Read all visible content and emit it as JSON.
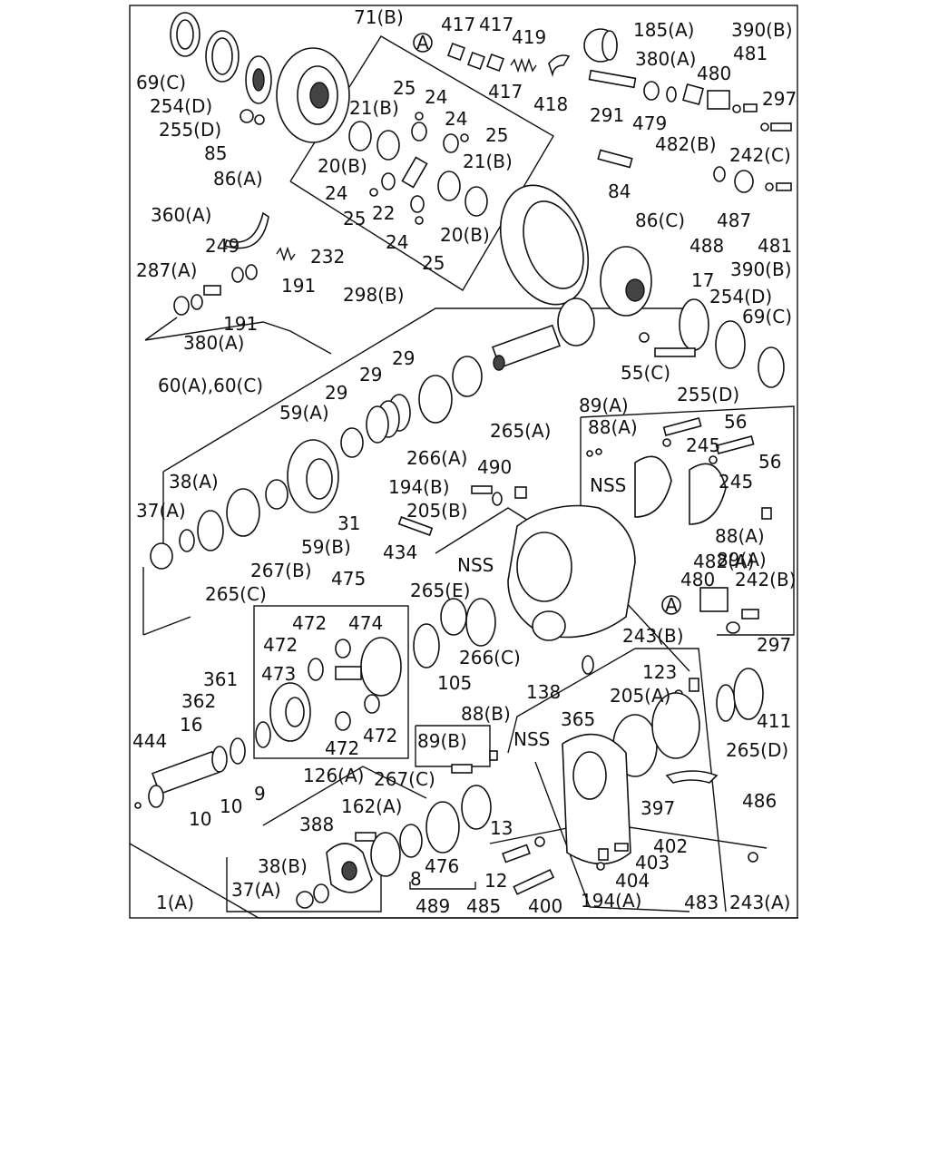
{
  "callouts": [
    {
      "id": "c1",
      "text": "69(C)"
    },
    {
      "id": "c2",
      "text": "254(D)"
    },
    {
      "id": "c3",
      "text": "255(D)"
    },
    {
      "id": "c4",
      "text": "85"
    },
    {
      "id": "c5",
      "text": "86(A)"
    },
    {
      "id": "c6",
      "text": "71(B)"
    },
    {
      "id": "c7",
      "text": "417"
    },
    {
      "id": "c8",
      "text": "417"
    },
    {
      "id": "c9",
      "text": "417"
    },
    {
      "id": "c10",
      "text": "419"
    },
    {
      "id": "c11",
      "text": "418"
    },
    {
      "id": "c12",
      "text": "185(A)"
    },
    {
      "id": "c13",
      "text": "390(B)"
    },
    {
      "id": "c14",
      "text": "380(A)"
    },
    {
      "id": "c15",
      "text": "480"
    },
    {
      "id": "c16",
      "text": "481"
    },
    {
      "id": "c17",
      "text": "297"
    },
    {
      "id": "c18",
      "text": "291"
    },
    {
      "id": "c19",
      "text": "479"
    },
    {
      "id": "c20",
      "text": "482(B)"
    },
    {
      "id": "c21",
      "text": "242(C)"
    },
    {
      "id": "c22",
      "text": "25"
    },
    {
      "id": "c23",
      "text": "24"
    },
    {
      "id": "c24",
      "text": "21(B)"
    },
    {
      "id": "c25",
      "text": "24"
    },
    {
      "id": "c26",
      "text": "25"
    },
    {
      "id": "c27",
      "text": "20(B)"
    },
    {
      "id": "c28",
      "text": "21(B)"
    },
    {
      "id": "c29",
      "text": "24"
    },
    {
      "id": "c30",
      "text": "25"
    },
    {
      "id": "c31",
      "text": "22"
    },
    {
      "id": "c32",
      "text": "24"
    },
    {
      "id": "c33",
      "text": "20(B)"
    },
    {
      "id": "c34",
      "text": "25"
    },
    {
      "id": "c35",
      "text": "84"
    },
    {
      "id": "c36",
      "text": "487"
    },
    {
      "id": "c37",
      "text": "86(C)"
    },
    {
      "id": "c38",
      "text": "488"
    },
    {
      "id": "c39",
      "text": "481"
    },
    {
      "id": "c40",
      "text": "390(B)"
    },
    {
      "id": "c41",
      "text": "360(A)"
    },
    {
      "id": "c42",
      "text": "249"
    },
    {
      "id": "c43",
      "text": "232"
    },
    {
      "id": "c44",
      "text": "287(A)"
    },
    {
      "id": "c45",
      "text": "191"
    },
    {
      "id": "c46",
      "text": "191"
    },
    {
      "id": "c47",
      "text": "298(B)"
    },
    {
      "id": "c48",
      "text": "380(A)"
    },
    {
      "id": "c49",
      "text": "17"
    },
    {
      "id": "c50",
      "text": "254(D)"
    },
    {
      "id": "c51",
      "text": "69(C)"
    },
    {
      "id": "c52",
      "text": "60(A),60(C)"
    },
    {
      "id": "c53",
      "text": "29"
    },
    {
      "id": "c54",
      "text": "29"
    },
    {
      "id": "c55",
      "text": "29"
    },
    {
      "id": "c56",
      "text": "55(C)"
    },
    {
      "id": "c57",
      "text": "255(D)"
    },
    {
      "id": "c58",
      "text": "59(A)"
    },
    {
      "id": "c59",
      "text": "266(A)"
    },
    {
      "id": "c60",
      "text": "265(A)"
    },
    {
      "id": "c61",
      "text": "89(A)"
    },
    {
      "id": "c62",
      "text": "88(A)"
    },
    {
      "id": "c63",
      "text": "56"
    },
    {
      "id": "c64",
      "text": "245"
    },
    {
      "id": "c65",
      "text": "56"
    },
    {
      "id": "c66",
      "text": "38(A)"
    },
    {
      "id": "c67",
      "text": "490"
    },
    {
      "id": "c68",
      "text": "194(B)"
    },
    {
      "id": "c69",
      "text": "NSS"
    },
    {
      "id": "c70",
      "text": "245"
    },
    {
      "id": "c71",
      "text": "37(A)"
    },
    {
      "id": "c72",
      "text": "205(B)"
    },
    {
      "id": "c73",
      "text": "31"
    },
    {
      "id": "c74",
      "text": "88(A)"
    },
    {
      "id": "c75",
      "text": "59(B)"
    },
    {
      "id": "c76",
      "text": "434"
    },
    {
      "id": "c77",
      "text": "89(A)"
    },
    {
      "id": "c78",
      "text": "267(B)"
    },
    {
      "id": "c79",
      "text": "NSS"
    },
    {
      "id": "c80",
      "text": "482(A)"
    },
    {
      "id": "c81",
      "text": "265(C)"
    },
    {
      "id": "c82",
      "text": "475"
    },
    {
      "id": "c83",
      "text": "265(E)"
    },
    {
      "id": "c84",
      "text": "480"
    },
    {
      "id": "c85",
      "text": "242(B)"
    },
    {
      "id": "c86",
      "text": "472"
    },
    {
      "id": "c87",
      "text": "474"
    },
    {
      "id": "c88",
      "text": "472"
    },
    {
      "id": "c89",
      "text": "266(C)"
    },
    {
      "id": "c90",
      "text": "243(B)"
    },
    {
      "id": "c91",
      "text": "297"
    },
    {
      "id": "c92",
      "text": "473"
    },
    {
      "id": "c93",
      "text": "105"
    },
    {
      "id": "c94",
      "text": "361"
    },
    {
      "id": "c95",
      "text": "123"
    },
    {
      "id": "c96",
      "text": "138"
    },
    {
      "id": "c97",
      "text": "362"
    },
    {
      "id": "c98",
      "text": "205(A)"
    },
    {
      "id": "c99",
      "text": "472"
    },
    {
      "id": "c100",
      "text": "472"
    },
    {
      "id": "c101",
      "text": "88(B)"
    },
    {
      "id": "c102",
      "text": "365"
    },
    {
      "id": "c103",
      "text": "411"
    },
    {
      "id": "c104",
      "text": "444"
    },
    {
      "id": "c105",
      "text": "16"
    },
    {
      "id": "c106",
      "text": "89(B)"
    },
    {
      "id": "c107",
      "text": "NSS"
    },
    {
      "id": "c108",
      "text": "265(D)"
    },
    {
      "id": "c109",
      "text": "9"
    },
    {
      "id": "c110",
      "text": "10"
    },
    {
      "id": "c111",
      "text": "10"
    },
    {
      "id": "c112",
      "text": "126(A)"
    },
    {
      "id": "c113",
      "text": "267(C)"
    },
    {
      "id": "c114",
      "text": "397"
    },
    {
      "id": "c115",
      "text": "162(A)"
    },
    {
      "id": "c116",
      "text": "486"
    },
    {
      "id": "c117",
      "text": "388"
    },
    {
      "id": "c118",
      "text": "13"
    },
    {
      "id": "c119",
      "text": "402"
    },
    {
      "id": "c120",
      "text": "38(B)"
    },
    {
      "id": "c121",
      "text": "476"
    },
    {
      "id": "c122",
      "text": "403"
    },
    {
      "id": "c123",
      "text": "37(A)"
    },
    {
      "id": "c124",
      "text": "8"
    },
    {
      "id": "c125",
      "text": "12"
    },
    {
      "id": "c126",
      "text": "404"
    },
    {
      "id": "c127",
      "text": "1(A)"
    },
    {
      "id": "c128",
      "text": "489"
    },
    {
      "id": "c129",
      "text": "485"
    },
    {
      "id": "c130",
      "text": "400"
    },
    {
      "id": "c131",
      "text": "194(A)"
    },
    {
      "id": "c132",
      "text": "483"
    },
    {
      "id": "c133",
      "text": "243(A)"
    }
  ],
  "markers": [
    {
      "id": "m1",
      "text": "A"
    },
    {
      "id": "m2",
      "text": "A"
    }
  ]
}
